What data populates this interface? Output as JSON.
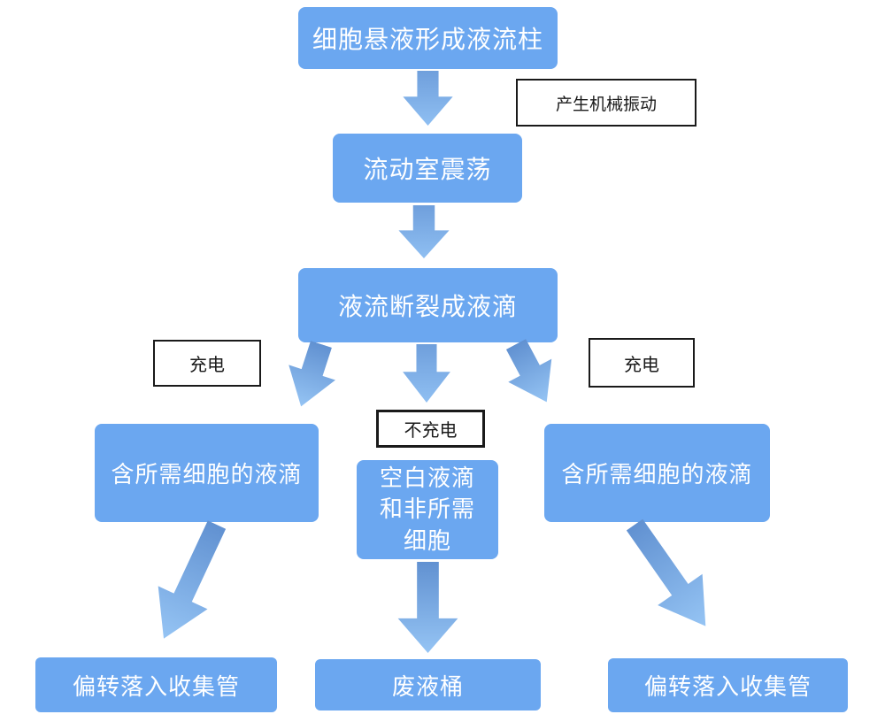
{
  "diagram": {
    "description": "flowchart",
    "nodes": {
      "top": {
        "label": "细胞悬液形成液流柱"
      },
      "flow_chamber": {
        "label": "流动室震荡"
      },
      "breakup": {
        "label": "液流断裂成液滴"
      },
      "left_droplet": {
        "label": "含所需细胞的液滴"
      },
      "middle_droplet": {
        "label": "空白液滴和非所需细胞"
      },
      "right_droplet": {
        "label": "含所需细胞的液滴"
      },
      "bottom_left": {
        "label": "偏转落入收集管"
      },
      "bottom_middle": {
        "label": "废液桶"
      },
      "bottom_right": {
        "label": "偏转落入收集管"
      }
    },
    "annotations": {
      "mechanical_vibration": "产生机械振动",
      "charge_left": "充电",
      "no_charge": "不充电",
      "charge_right": "充电"
    },
    "colors": {
      "node_fill": "#6BA7F0",
      "node_text": "#FFFFFF",
      "arrow_gradient_start": "#6191D1",
      "arrow_gradient_end": "#95C4F4",
      "annotation_border": "#1A1A1A",
      "background": "#FFFFFF"
    }
  }
}
